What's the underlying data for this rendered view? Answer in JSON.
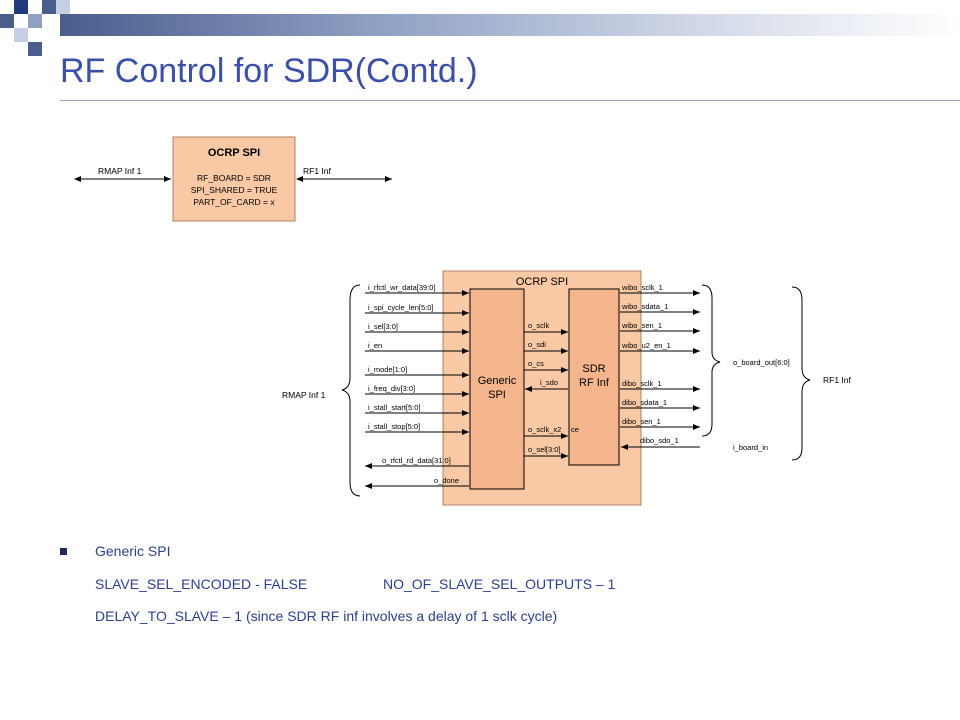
{
  "slide": {
    "title": "RF Control for SDR(Contd.)"
  },
  "top_block": {
    "title": "OCRP SPI",
    "params": [
      "RF_BOARD = SDR",
      "SPI_SHARED = TRUE",
      "PART_OF_CARD = x"
    ],
    "left_label": "RMAP Inf 1",
    "right_label": "RF1 Inf"
  },
  "detail": {
    "outer_title": "OCRP SPI",
    "generic_label": [
      "Generic",
      "SPI"
    ],
    "sdr_label": [
      "SDR",
      "RF Inf"
    ],
    "left_group_label": "RMAP Inf 1",
    "right_group_label": "RF1 Inf",
    "inputs": [
      "i_rfctl_wr_data[39:0]",
      "i_spi_cycle_len[5:0]",
      "i_sel[3:0]",
      "i_en",
      "i_mode[1:0]",
      "i_freq_div[3:0]",
      "i_stall_start[5:0]",
      "i_stall_stop[5:0]"
    ],
    "outputs": [
      "o_rfctl_rd_data[31:0]",
      "o_done"
    ],
    "internal": [
      "o_sclk",
      "o_sdi",
      "o_cs",
      "i_sdo",
      "o_sclk_x2",
      "o_sel[3:0]",
      "ce"
    ],
    "right_signals": [
      "wibo_sclk_1",
      "wibo_sdata_1",
      "wibo_sen_1",
      "wibo_u2_en_1",
      "dibo_sclk_1",
      "dibo_sdata_1",
      "dibo_sen_1",
      "dibo_sdo_1"
    ],
    "board_out": "o_board_out[6:0]",
    "board_in": "i_board_in"
  },
  "notes": {
    "bullet": "Generic SPI",
    "line1a": "SLAVE_SEL_ENCODED - FALSE",
    "line1b": "NO_OF_SLAVE_SEL_OUTPUTS – 1",
    "line2": "DELAY_TO_SLAVE – 1 (since SDR RF inf involves a delay of 1 sclk cycle)"
  },
  "colors": {
    "title": "#3b4fa8",
    "block_fill": "#f9c9a6",
    "inner_fill": "#f5b58c",
    "text_blue": "#2b3f8f"
  }
}
